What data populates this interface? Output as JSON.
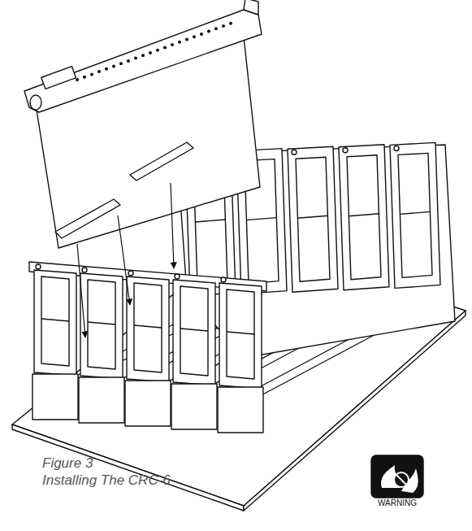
{
  "diagram": {
    "labels": [
      "Figure 3",
      "Installing The CRC-6",
      "WARNING"
    ]
  }
}
